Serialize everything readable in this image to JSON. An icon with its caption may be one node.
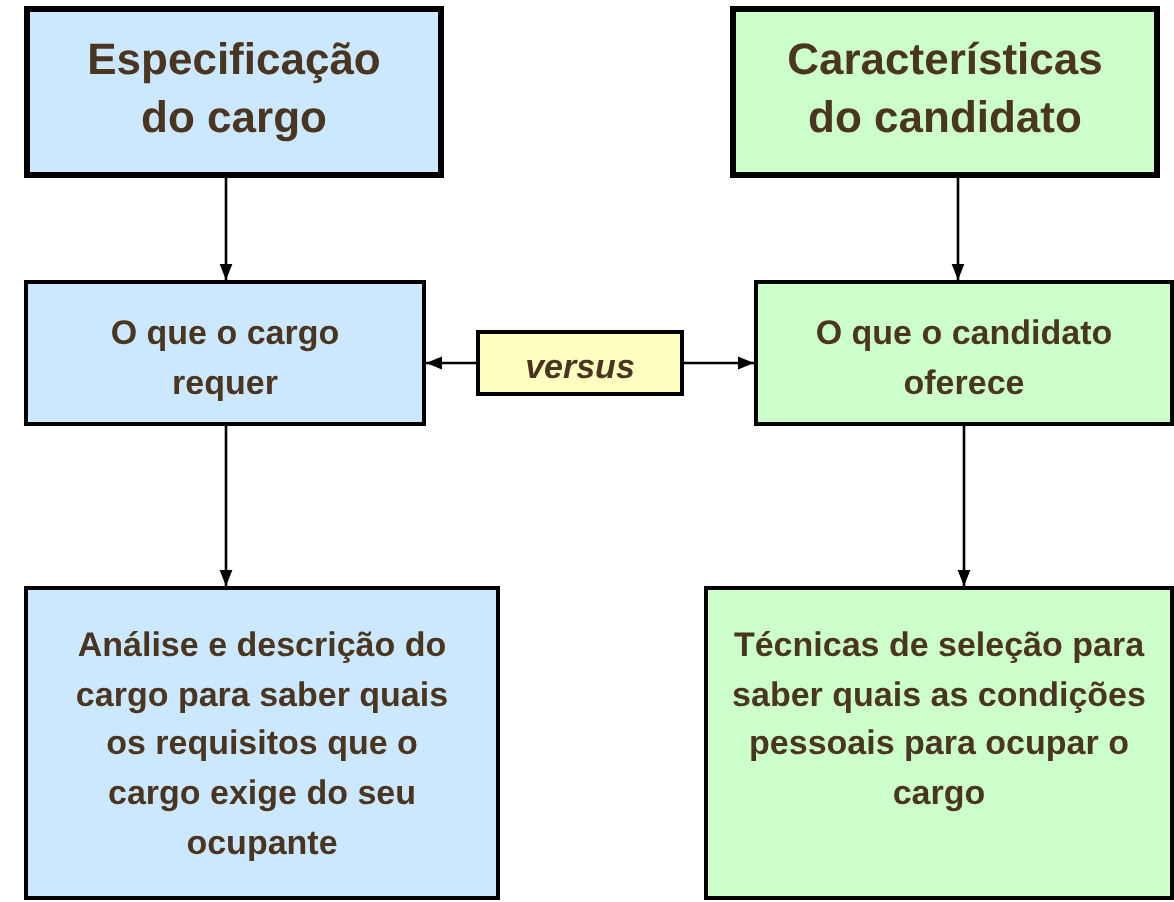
{
  "diagram": {
    "nodes": [
      {
        "text": [
          "Especificação do cargo"
        ]
      },
      {
        "text": [
          "Características do candidato"
        ]
      },
      {
        "text": [
          "O que o cargo requer"
        ]
      },
      {
        "text": [
          "versus"
        ]
      },
      {
        "text": [
          "O que o candidato oferece"
        ]
      },
      {
        "text": [
          "Análise e descrição do cargo para saber quais os requisitos que o cargo exige do seu ocupante"
        ]
      },
      {
        "text": [
          "Técnicas de seleção para saber quais as condições pessoais para ocupar o cargo"
        ]
      }
    ],
    "edges": [
      {
        "from": 0,
        "to": 2,
        "arrow": "to"
      },
      {
        "from": 1,
        "to": 4,
        "arrow": "to"
      },
      {
        "from": 3,
        "to": 2,
        "arrow": "to"
      },
      {
        "from": 3,
        "to": 4,
        "arrow": "to"
      },
      {
        "from": 2,
        "to": 5,
        "arrow": "to"
      },
      {
        "from": 4,
        "to": 6,
        "arrow": "to"
      }
    ]
  }
}
